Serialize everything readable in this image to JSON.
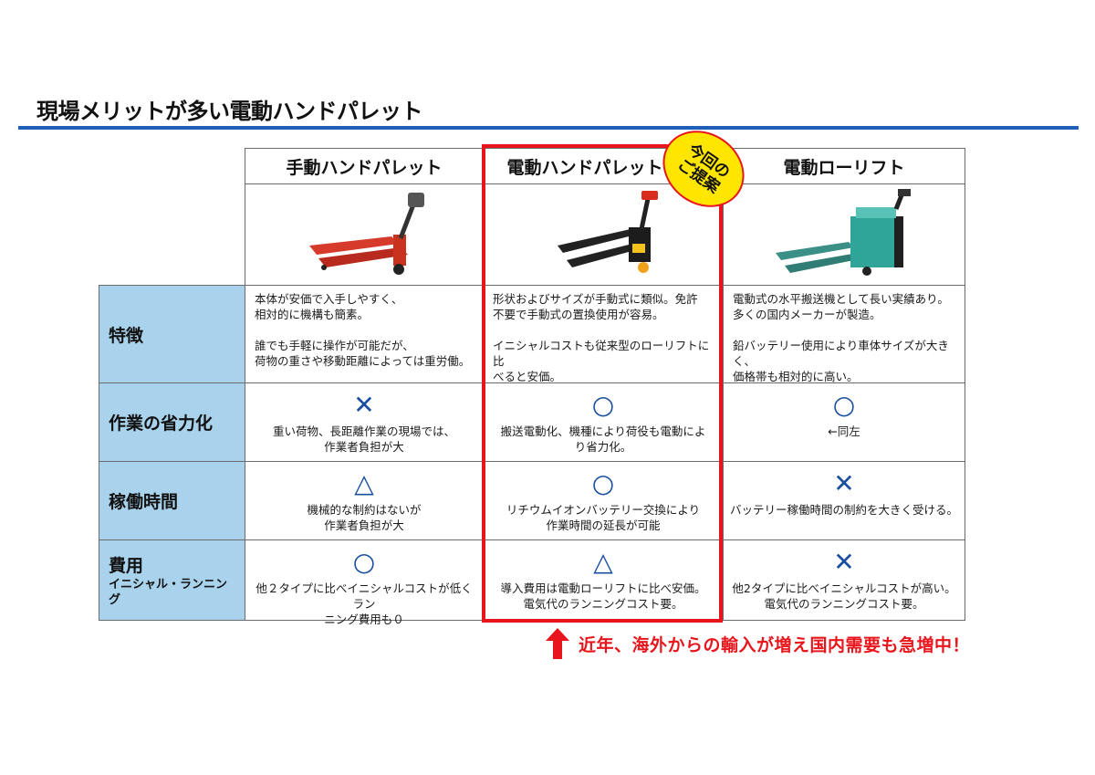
{
  "title": "現場メリットが多い電動ハンドパレット",
  "badge": {
    "line1": "今回の",
    "line2": "ご提案"
  },
  "columns": [
    {
      "name": "手動ハンドパレット",
      "image": "manual-hand-pallet-truck"
    },
    {
      "name": "電動ハンドパレット",
      "image": "electric-hand-pallet-truck"
    },
    {
      "name": "電動ローリフト",
      "image": "electric-low-lift"
    }
  ],
  "rows": [
    {
      "label": "特徴",
      "sub": "",
      "cells": [
        {
          "mark": "",
          "text": "本体が安価で入手しやすく、\n相対的に機構も簡素。\n\n誰でも手軽に操作が可能だが、\n荷物の重さや移動距離によっては重労働。"
        },
        {
          "mark": "",
          "text": "形状およびサイズが手動式に類似。免許\n不要で手動式の置換使用が容易。\n\nイニシャルコストも従来型のローリフトに比\nべると安価。"
        },
        {
          "mark": "",
          "text": "電動式の水平搬送機として長い実績あり。\n多くの国内メーカーが製造。\n\n鉛バッテリー使用により車体サイズが大きく、\n価格帯も相対的に高い。"
        }
      ]
    },
    {
      "label": "作業の省力化",
      "sub": "",
      "cells": [
        {
          "mark": "✕",
          "text": "重い荷物、長距離作業の現場では、\n作業者負担が大"
        },
        {
          "mark": "○",
          "text": "搬送電動化、機種により荷役も電動によ\nり省力化。"
        },
        {
          "mark": "○",
          "text": "←同左"
        }
      ]
    },
    {
      "label": "稼働時間",
      "sub": "",
      "cells": [
        {
          "mark": "△",
          "text": "機械的な制約はないが\n作業者負担が大"
        },
        {
          "mark": "○",
          "text": "リチウムイオンバッテリー交換により\n作業時間の延長が可能"
        },
        {
          "mark": "✕",
          "text": "バッテリー稼働時間の制約を大きく受ける。"
        }
      ]
    },
    {
      "label": "費用",
      "sub": "イニシャル・ランニン\nグ",
      "cells": [
        {
          "mark": "○",
          "text": "他２タイプに比べイニシャルコストが低くラン\nニング費用も０"
        },
        {
          "mark": "△",
          "text": "導入費用は電動ローリフトに比べ安価。\n電気代のランニングコスト要。"
        },
        {
          "mark": "✕",
          "text": "他2タイプに比べイニシャルコストが高い。\n電気代のランニングコスト要。"
        }
      ]
    }
  ],
  "callout": "近年、海外からの輸入が増え国内需要も急増中！",
  "colors": {
    "accent_blue": "#1f5fb8",
    "label_bg": "#a9d3ec",
    "highlight_red": "#e8161c",
    "badge_yellow": "#ffe600"
  }
}
